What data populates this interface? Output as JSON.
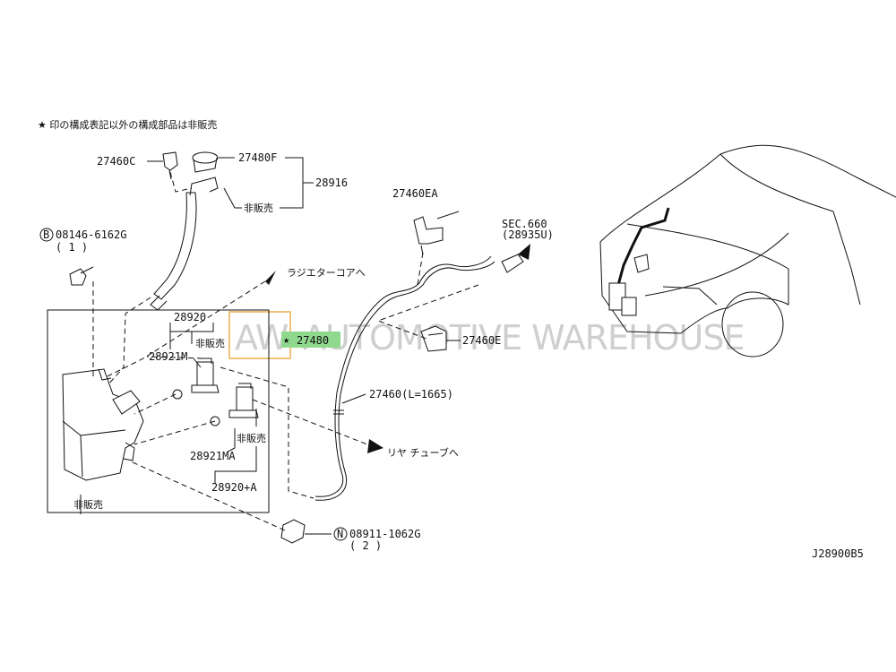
{
  "note": "★ 印の構成表記以外の構成部品は非販売",
  "diagram_id": "J28900B5",
  "watermark": {
    "left": "AW",
    "right": "AUTOMOTIVE WAREHOUSE"
  },
  "callouts": {
    "p27460c": "27460C",
    "p27480f": "27480F",
    "p28916": "28916",
    "hihanbai_top": "非販売",
    "b08146_num": "08146-6162G",
    "b08146_qty": "( 1 )",
    "b08146_letter": "B",
    "p28920": "28920",
    "hihanbai_mid": "非販売",
    "p28921m": "28921M",
    "p27480": "27480",
    "star": "★",
    "radiator": "ラジエターコアへ",
    "p27460ea": "27460EA",
    "sec660": "SEC.660",
    "sec660_sub": "(28935U)",
    "p27460e": "27460E",
    "p27460": "27460(L=1665)",
    "rear_tube": "リヤ チューブへ",
    "hihanbai_low": "非販売",
    "p28921ma": "28921MA",
    "p28920a": "28920+A",
    "hihanbai_tank": "非販売",
    "n08911_num": "08911-1062G",
    "n08911_qty": "( 2 )",
    "n08911_letter": "N"
  },
  "colors": {
    "highlight": "#8fd98f",
    "ink": "#111111",
    "watermark": "#cfcfcf",
    "watermark_box": "#f2c27a"
  }
}
